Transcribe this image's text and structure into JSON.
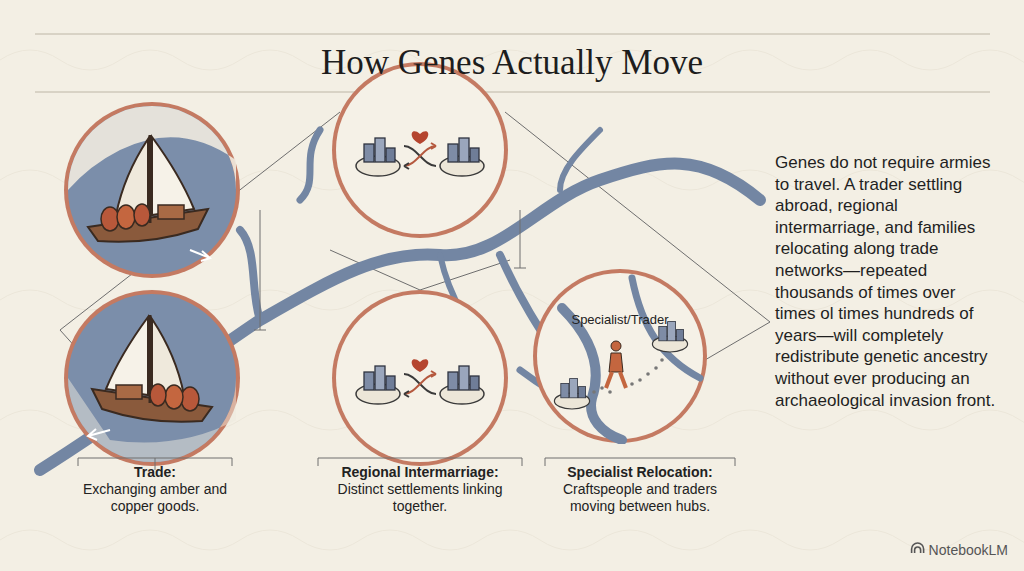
{
  "diagram": {
    "title": "How Genes Actually Move",
    "nodes": [
      {
        "text": [
          "Specialist/Trader"
        ]
      }
    ],
    "labels": [
      "Trade:",
      "Exchanging amber and copper goods.",
      "Regional Intermarriage:",
      "Distinct settlements linking together.",
      "Specialist Relocation:",
      "Craftspeople and traders moving between hubs.",
      "Genes do not require armies to travel. A trader settling abroad, regional intermarriage, and families relocating along trade networks—repeated thousands of times over times ol times hundreds of years—will completely redistribute genetic ancestry without ever producing an archaeological invasion front.",
      "NotebookLM"
    ]
  }
}
